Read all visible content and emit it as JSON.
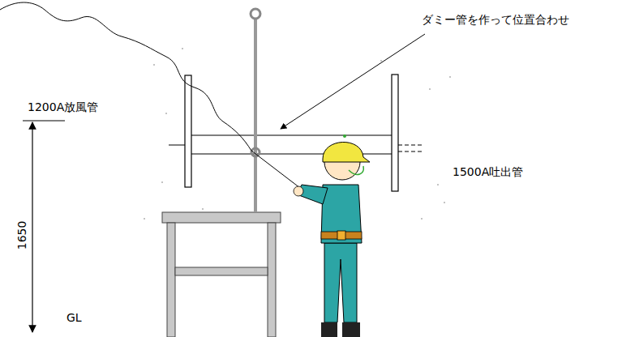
{
  "diagram": {
    "labels": [
      "ダミー管を作って位置合わせ",
      "1200A放風管",
      "1500A吐出管",
      "1650",
      "GL"
    ]
  }
}
